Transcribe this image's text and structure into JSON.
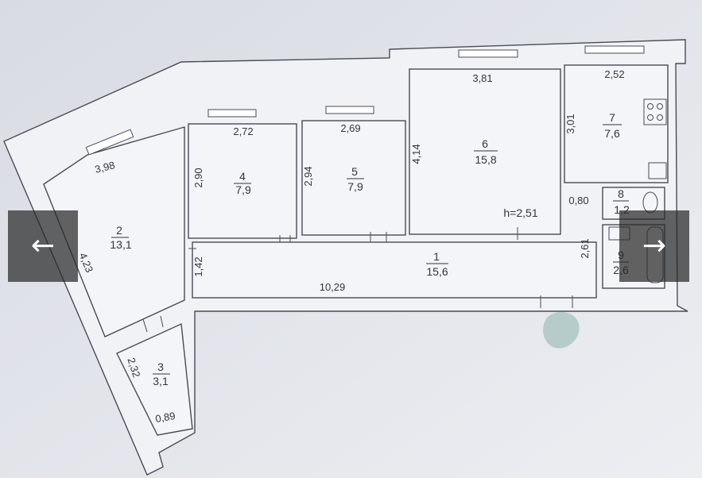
{
  "viewer": {
    "prev_glyph": "←",
    "next_glyph": "→",
    "prev_icon": "arrow-left-icon",
    "next_icon": "arrow-right-icon"
  },
  "plan": {
    "ceiling_height": "h=2,51",
    "rooms": [
      {
        "number": "1",
        "area": "15,6"
      },
      {
        "number": "2",
        "area": "13,1"
      },
      {
        "number": "3",
        "area": "3,1"
      },
      {
        "number": "4",
        "area": "7,9"
      },
      {
        "number": "5",
        "area": "7,9"
      },
      {
        "number": "6",
        "area": "15,8"
      },
      {
        "number": "7",
        "area": "7,6"
      },
      {
        "number": "8",
        "area": "1,2"
      },
      {
        "number": "9",
        "area": "2,6"
      }
    ],
    "dimensions": {
      "d_398": "3,98",
      "d_423": "4,23",
      "d_272": "2,72",
      "d_290": "2,90",
      "d_269": "2,69",
      "d_294": "2,94",
      "d_381": "3,81",
      "d_414": "4,14",
      "d_252": "2,52",
      "d_301": "3,01",
      "d_080": "0,80",
      "d_261": "2,61",
      "d_142": "1,42",
      "d_1029": "10,29",
      "d_232": "2,32",
      "d_089": "0,89"
    }
  },
  "colors": {
    "paper": "#e4e6ec",
    "wall": "#f1f2f6",
    "ink": "#4a4b55",
    "stain": "#a9c4c0",
    "nav_bg": "#282828"
  }
}
